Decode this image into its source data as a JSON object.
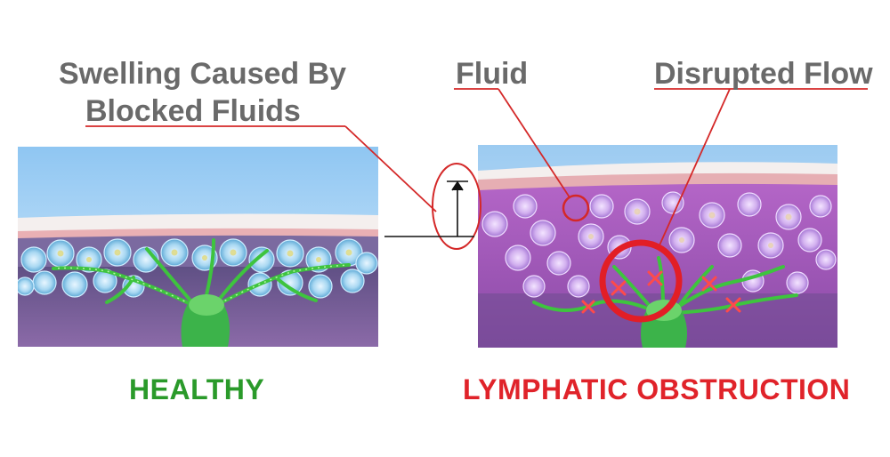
{
  "labels": {
    "swelling_line1": "Swelling Caused By",
    "swelling_line2": "Blocked Fluids",
    "fluid": "Fluid",
    "disrupted_flow": "Disrupted Flow"
  },
  "captions": {
    "healthy": "HEALTHY",
    "obstruction": "LYMPHATIC OBSTRUCTION"
  },
  "colors": {
    "healthy_caption": "#2a9a2a",
    "obstruction_caption": "#e0232a",
    "callout_line": "#d42828",
    "label_text": "#6a6a6a"
  }
}
